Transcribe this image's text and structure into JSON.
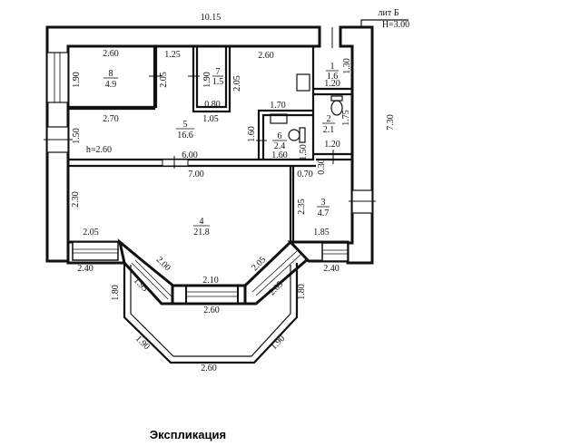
{
  "plan": {
    "building_label": "лит Б",
    "height_label": "H=3.00",
    "ceiling_height": "h=2.60",
    "caption": "Экспликация",
    "rooms": [
      {
        "number": "1",
        "area": "1.6"
      },
      {
        "number": "2",
        "area": "2.1"
      },
      {
        "number": "3",
        "area": "4.7"
      },
      {
        "number": "4",
        "area": "21.8"
      },
      {
        "number": "5",
        "area": "16.6"
      },
      {
        "number": "6",
        "area": "2.4"
      },
      {
        "number": "7",
        "area": "1.5"
      },
      {
        "number": "8",
        "area": "4.9"
      }
    ],
    "dimensions": {
      "top_total": "10.15",
      "right_total": "7.30",
      "r8_top": "2.60",
      "r8_left": "1.90",
      "r8_right": "2.05",
      "r8_bottom": "2.70",
      "gap_top": "1.25",
      "r7_left": "1.90",
      "r7_right": "2.05",
      "r7_bottom_inner": "0.80",
      "r7_bottom_outer": "1.05",
      "r5_top": "2.60",
      "r5_window": "1.50",
      "r6_top": "1.70",
      "r6_left": "1.60",
      "r6_bottom": "1.60",
      "r6_right": "1.50",
      "r1_right": "1.30",
      "r1_bottom": "1.20",
      "r2_right": "1.75",
      "r2_bottom": "1.20",
      "corridor_inner": "6.00",
      "corridor_outer": "7.00",
      "door_070": "0.70",
      "wall_030": "0.30",
      "r4_left": "2.30",
      "r4_left_bottom": "2.05",
      "r3_left": "2.35",
      "r3_bottom": "1.85",
      "win_left": "2.40",
      "win_right": "2.40",
      "bay_left_inner": "2.00",
      "bay_right_inner": "2.05",
      "bay_mid_inner": "2.10",
      "bay_left_outer": "1.95",
      "bay_right_outer": "2.05",
      "bay_mid_outer": "2.60",
      "balc_left": "1.80",
      "balc_right": "1.80",
      "balc_diag_left": "1.90",
      "balc_diag_right": "1.90",
      "balc_bottom": "2.60"
    }
  }
}
